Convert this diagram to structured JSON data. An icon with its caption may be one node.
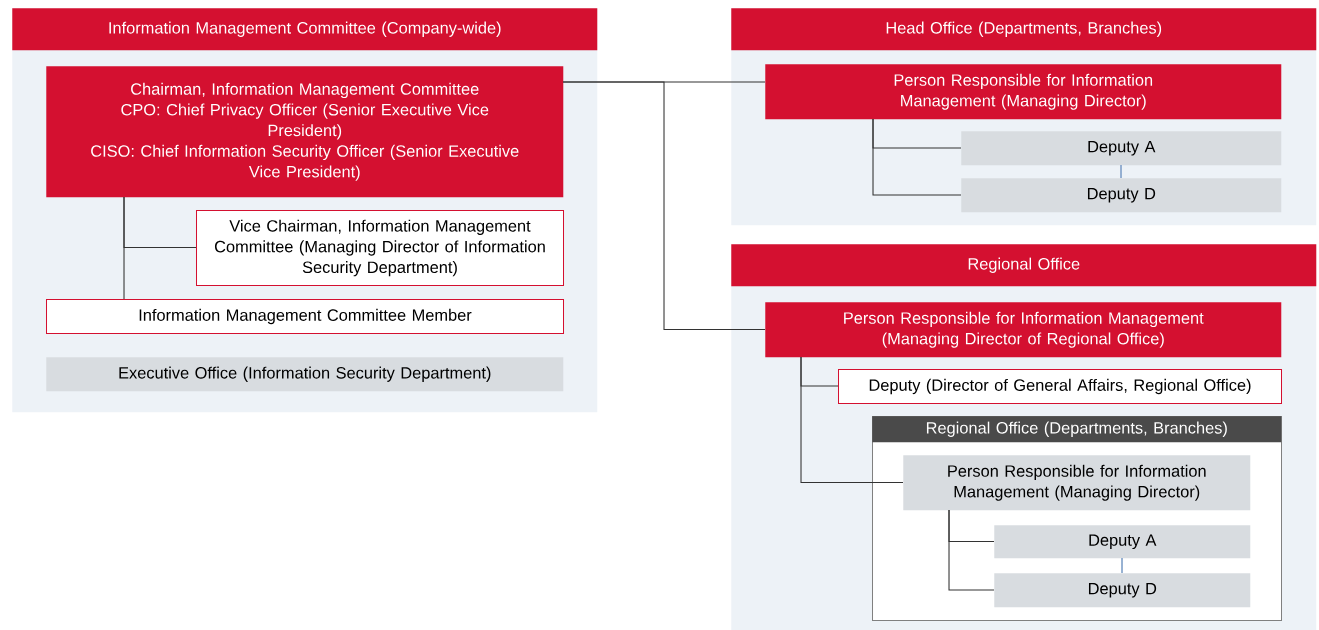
{
  "diagram": {
    "nodes": [
      {
        "text": [
          "Information Management Committee (Company-wide)"
        ]
      },
      {
        "text": [
          "Chairman, Information Management Committee",
          "CPO: Chief Privacy Officer (Senior Executive Vice President)",
          "CISO: Chief Information Security Officer (Senior Executive Vice President)"
        ],
        "in": 0
      },
      {
        "text": [
          "Vice Chairman, Information Management Committee (Managing Director of Information Security Department)"
        ],
        "in": 0
      },
      {
        "text": [
          "Information Management Committee Member"
        ],
        "in": 0
      },
      {
        "text": [
          "Executive Office (Information Security Department)"
        ],
        "in": 0
      },
      {
        "text": [
          "Head Office (Departments, Branches)"
        ]
      },
      {
        "text": [
          "Person Responsible for Information Management (Managing Director)"
        ],
        "in": 5
      },
      {
        "text": [
          "Deputy A"
        ],
        "in": 5
      },
      {
        "text": [
          "Deputy D"
        ],
        "in": 5
      },
      {
        "text": [
          "Regional Office"
        ]
      },
      {
        "text": [
          "Person Responsible for Information Management (Managing Director of Regional Office)"
        ],
        "in": 9
      },
      {
        "text": [
          "Deputy (Director of General Affairs, Regional Office)"
        ],
        "in": 9
      },
      {
        "text": [
          "Regional Office (Departments, Branches)"
        ],
        "in": 9
      },
      {
        "text": [
          "Person Responsible for Information Management (Managing Director)"
        ],
        "in": 12
      },
      {
        "text": [
          "Deputy A"
        ],
        "in": 12
      },
      {
        "text": [
          "Deputy D"
        ],
        "in": 12
      }
    ],
    "edges": [
      {
        "from": 1,
        "to": 2,
        "arrow": "none"
      },
      {
        "from": 1,
        "to": 3,
        "arrow": "none"
      },
      {
        "from": 1,
        "to": 6,
        "arrow": "none"
      },
      {
        "from": 1,
        "to": 10,
        "arrow": "none"
      },
      {
        "from": 6,
        "to": 7,
        "arrow": "none"
      },
      {
        "from": 6,
        "to": 8,
        "arrow": "none"
      },
      {
        "from": 7,
        "to": 8,
        "arrow": "none",
        "color": "#7f9fc8"
      },
      {
        "from": 10,
        "to": 11,
        "arrow": "none"
      },
      {
        "from": 10,
        "to": 13,
        "arrow": "none"
      },
      {
        "from": 13,
        "to": 14,
        "arrow": "none"
      },
      {
        "from": 13,
        "to": 15,
        "arrow": "none"
      },
      {
        "from": 14,
        "to": 15,
        "arrow": "none",
        "color": "#7f9fc8"
      }
    ]
  }
}
